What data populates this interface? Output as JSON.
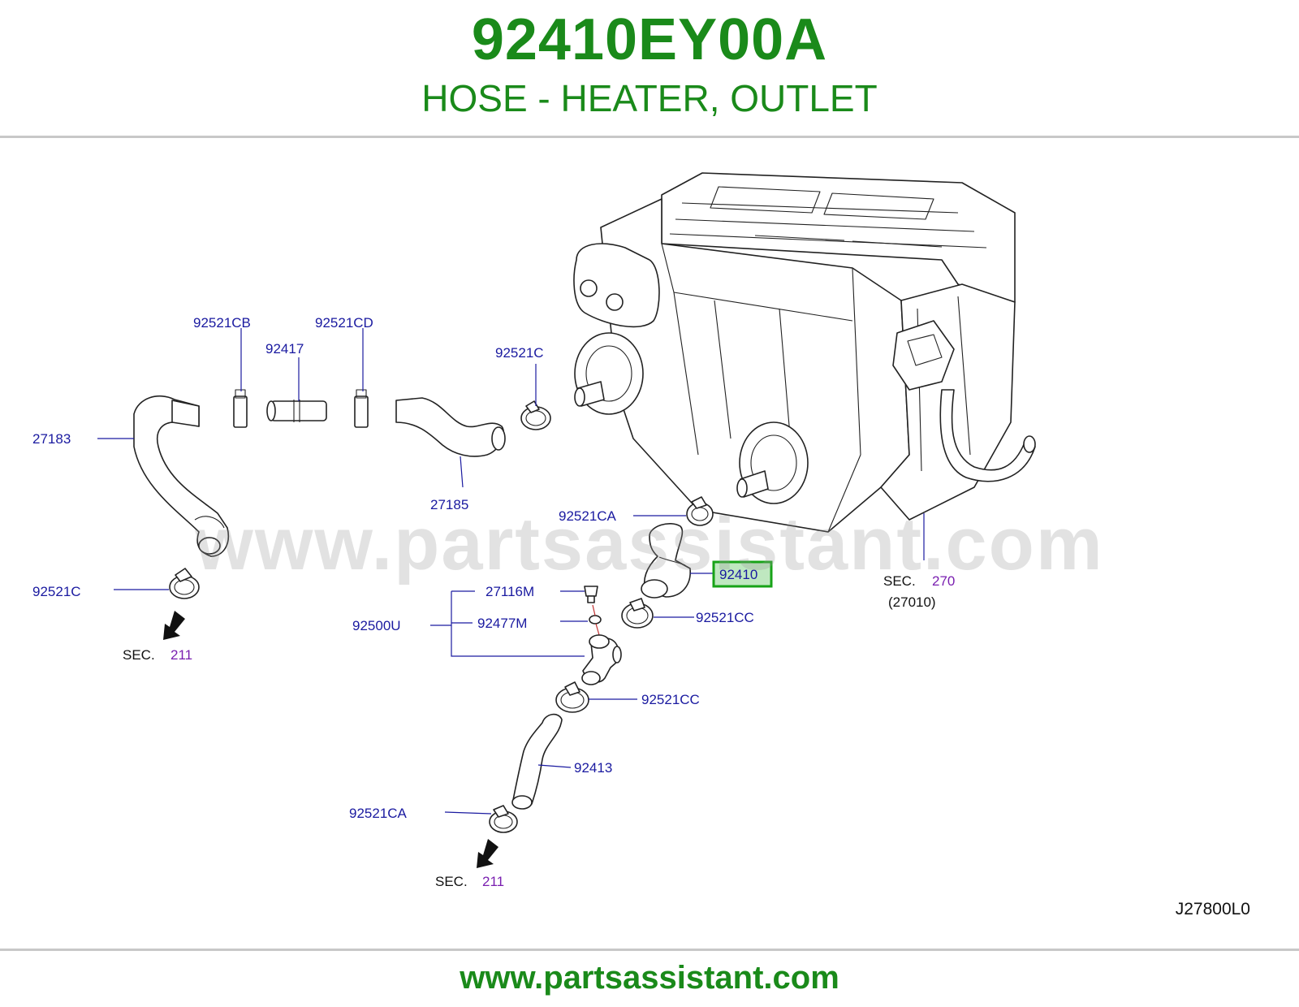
{
  "header": {
    "part_number": "92410EY00A",
    "part_name": "HOSE - HEATER, OUTLET"
  },
  "diagram": {
    "code": "J27800L0",
    "watermark": "www.partsassistant.com",
    "highlighted_part": "92410",
    "highlight_color": "#17a317",
    "callouts": {
      "c_92521CB": "92521CB",
      "c_92417": "92417",
      "c_92521CD": "92521CD",
      "c_92521C_top": "92521C",
      "c_27183": "27183",
      "c_27185": "27185",
      "c_92521CA_top": "92521CA",
      "c_92410": "92410",
      "c_92521C_left": "92521C",
      "c_27116M": "27116M",
      "c_92500U": "92500U",
      "c_92477M": "92477M",
      "c_92521CC_upper": "92521CC",
      "c_92521CC_lower": "92521CC",
      "c_92413": "92413",
      "c_92521CA_bottom": "92521CA",
      "sec_270_num": "270",
      "sec_270_sub": "(27010)"
    },
    "sec_label": "SEC.",
    "sec_211_num": "211",
    "arrow_icon": "down-left-arrow-icon"
  },
  "footer": {
    "site": "www.partsassistant.com"
  }
}
